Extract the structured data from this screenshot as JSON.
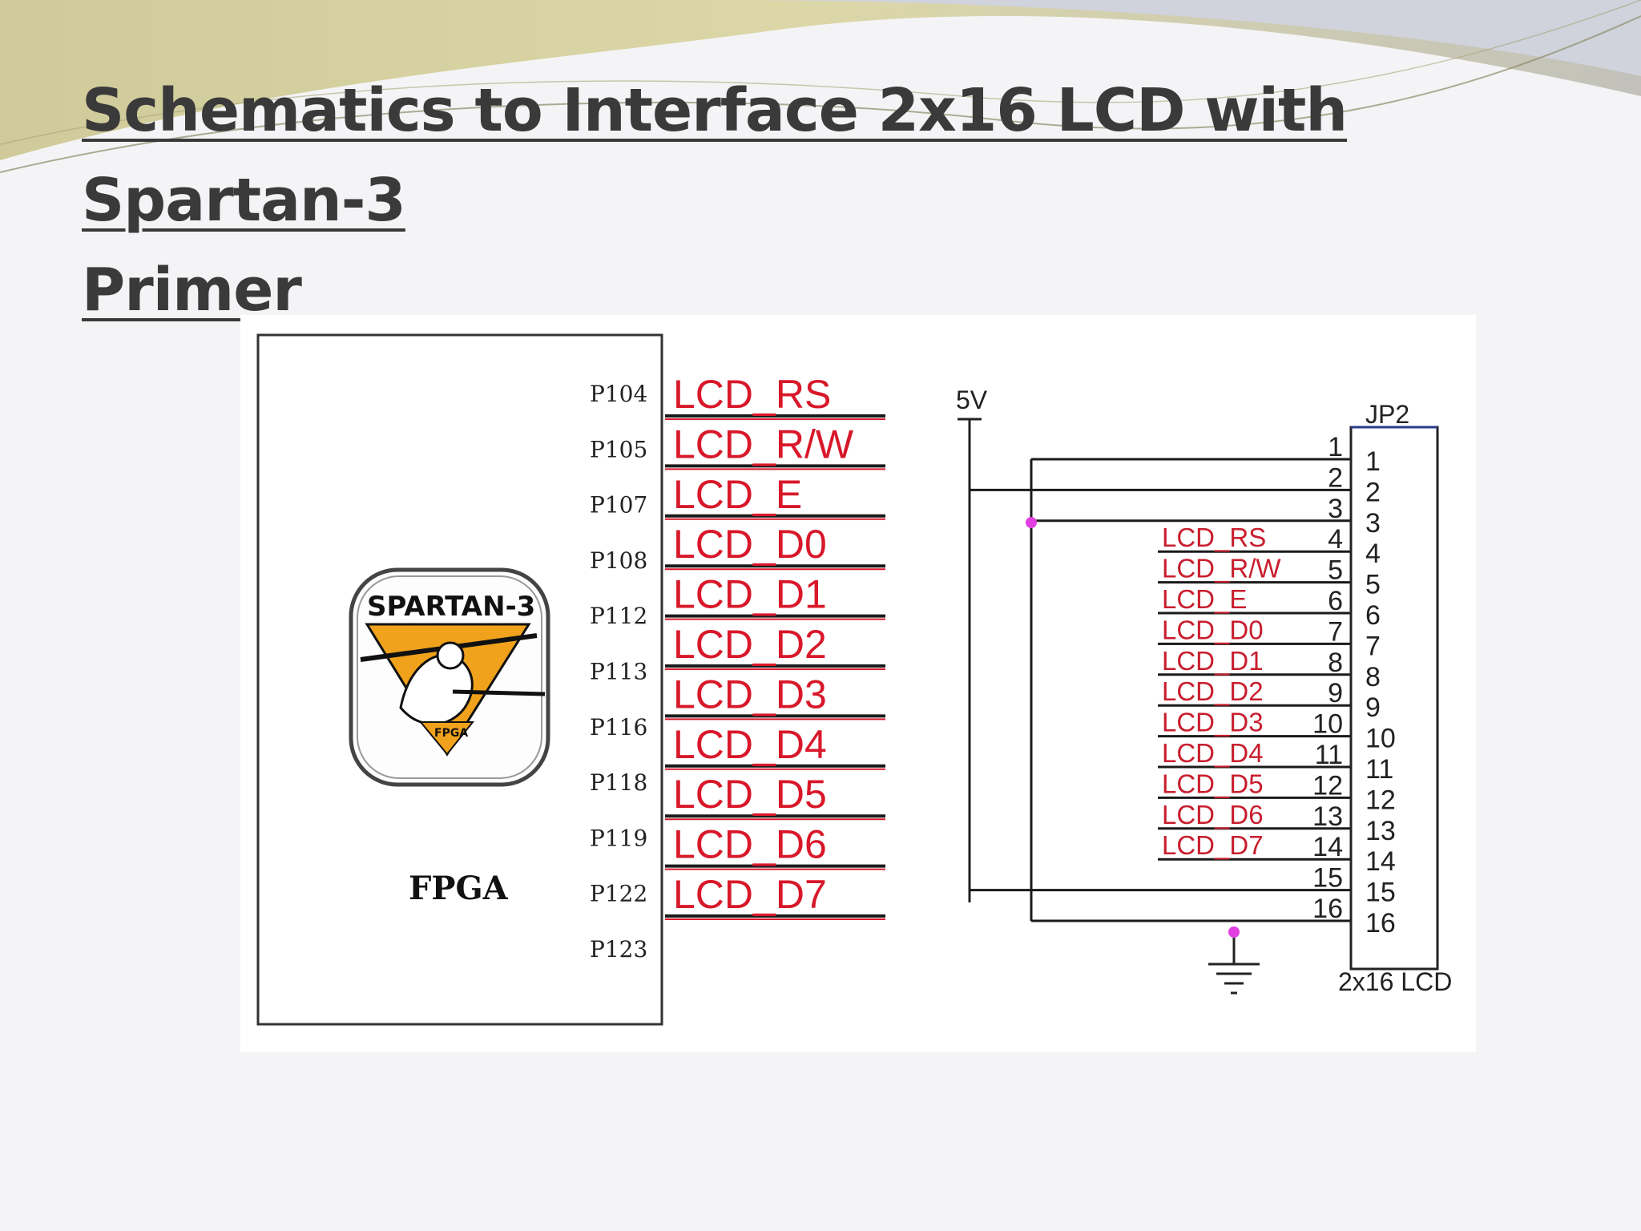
{
  "slide": {
    "title_line1": "Schematics to Interface 2x16 LCD with Spartan-3",
    "title_line2": "Primer"
  },
  "fpga": {
    "label": "FPGA",
    "logo": {
      "text": "SPARTAN-3",
      "subtext": "FPGA",
      "icon": "spartan-warrior-logo"
    },
    "pins": [
      "P104",
      "P105",
      "P107",
      "P108",
      "P112",
      "P113",
      "P116",
      "P118",
      "P119",
      "P122",
      "P123"
    ]
  },
  "signals": [
    "LCD_RS",
    "LCD_R/W",
    "LCD_E",
    "LCD_D0",
    "LCD_D1",
    "LCD_D2",
    "LCD_D3",
    "LCD_D4",
    "LCD_D5",
    "LCD_D6",
    "LCD_D7"
  ],
  "power": {
    "label": "5V"
  },
  "connector": {
    "name": "JP2",
    "part": "2x16 LCD",
    "pin_numbers": [
      "1",
      "2",
      "3",
      "4",
      "5",
      "6",
      "7",
      "8",
      "9",
      "10",
      "11",
      "12",
      "13",
      "14",
      "15",
      "16"
    ],
    "wire_signals": [
      "LCD_RS",
      "LCD_R/W",
      "LCD_E",
      "LCD_D0",
      "LCD_D1",
      "LCD_D2",
      "LCD_D3",
      "LCD_D4",
      "LCD_D5",
      "LCD_D6",
      "LCD_D7"
    ]
  },
  "colors": {
    "signal_text": "#d8182a",
    "junction": "#e040e0",
    "wire": "#1a1a1a",
    "title": "#3a3a3a"
  }
}
